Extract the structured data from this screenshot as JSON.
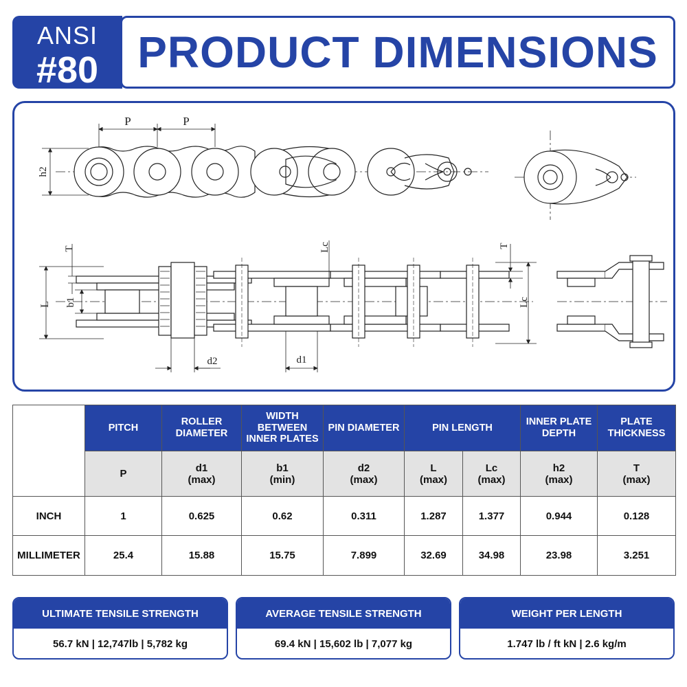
{
  "header": {
    "badge_line1": "ANSI",
    "badge_line2": "#80",
    "title": "PRODUCT DIMENSIONS"
  },
  "colors": {
    "brand": "#2544a6",
    "symbol_row": "#e3e3e3",
    "line": "#222222"
  },
  "drawing": {
    "labels": {
      "pitch1": "P",
      "pitch2": "P",
      "h2": "h2",
      "T_left": "T",
      "L": "L",
      "b1": "b1",
      "Lc_top": "Lc",
      "T_right": "T",
      "Lc_right": "Lc",
      "d2": "d2",
      "d1": "d1"
    }
  },
  "table": {
    "headers": {
      "pitch": "PITCH",
      "roller": "ROLLER DIAMETER",
      "width": "WIDTH BETWEEN INNER PLATES",
      "pin_dia": "PIN DIAMETER",
      "pin_len": "PIN LENGTH",
      "inner_plate": "INNER PLATE DEPTH",
      "plate_thk": "PLATE THICKNESS"
    },
    "symbols": {
      "p": "P",
      "d1": "d1",
      "d1_note": "(max)",
      "b1": "b1",
      "b1_note": "(min)",
      "d2": "d2",
      "d2_note": "(max)",
      "L": "L",
      "L_note": "(max)",
      "Lc": "Lc",
      "Lc_note": "(max)",
      "h2": "h2",
      "h2_note": "(max)",
      "T": "T",
      "T_note": "(max)"
    },
    "rows": [
      {
        "label": "INCH",
        "values": [
          "1",
          "0.625",
          "0.62",
          "0.311",
          "1.287",
          "1.377",
          "0.944",
          "0.128"
        ]
      },
      {
        "label": "MILLIMETER",
        "values": [
          "25.4",
          "15.88",
          "15.75",
          "7.899",
          "32.69",
          "34.98",
          "23.98",
          "3.251"
        ]
      }
    ]
  },
  "cards": [
    {
      "title": "ULTIMATE TENSILE STRENGTH",
      "value": "56.7 kN | 12,747lb | 5,782 kg"
    },
    {
      "title": "AVERAGE TENSILE STRENGTH",
      "value": "69.4 kN | 15,602 lb | 7,077 kg"
    },
    {
      "title": "WEIGHT PER LENGTH",
      "value": "1.747 lb / ft kN | 2.6 kg/m"
    }
  ]
}
